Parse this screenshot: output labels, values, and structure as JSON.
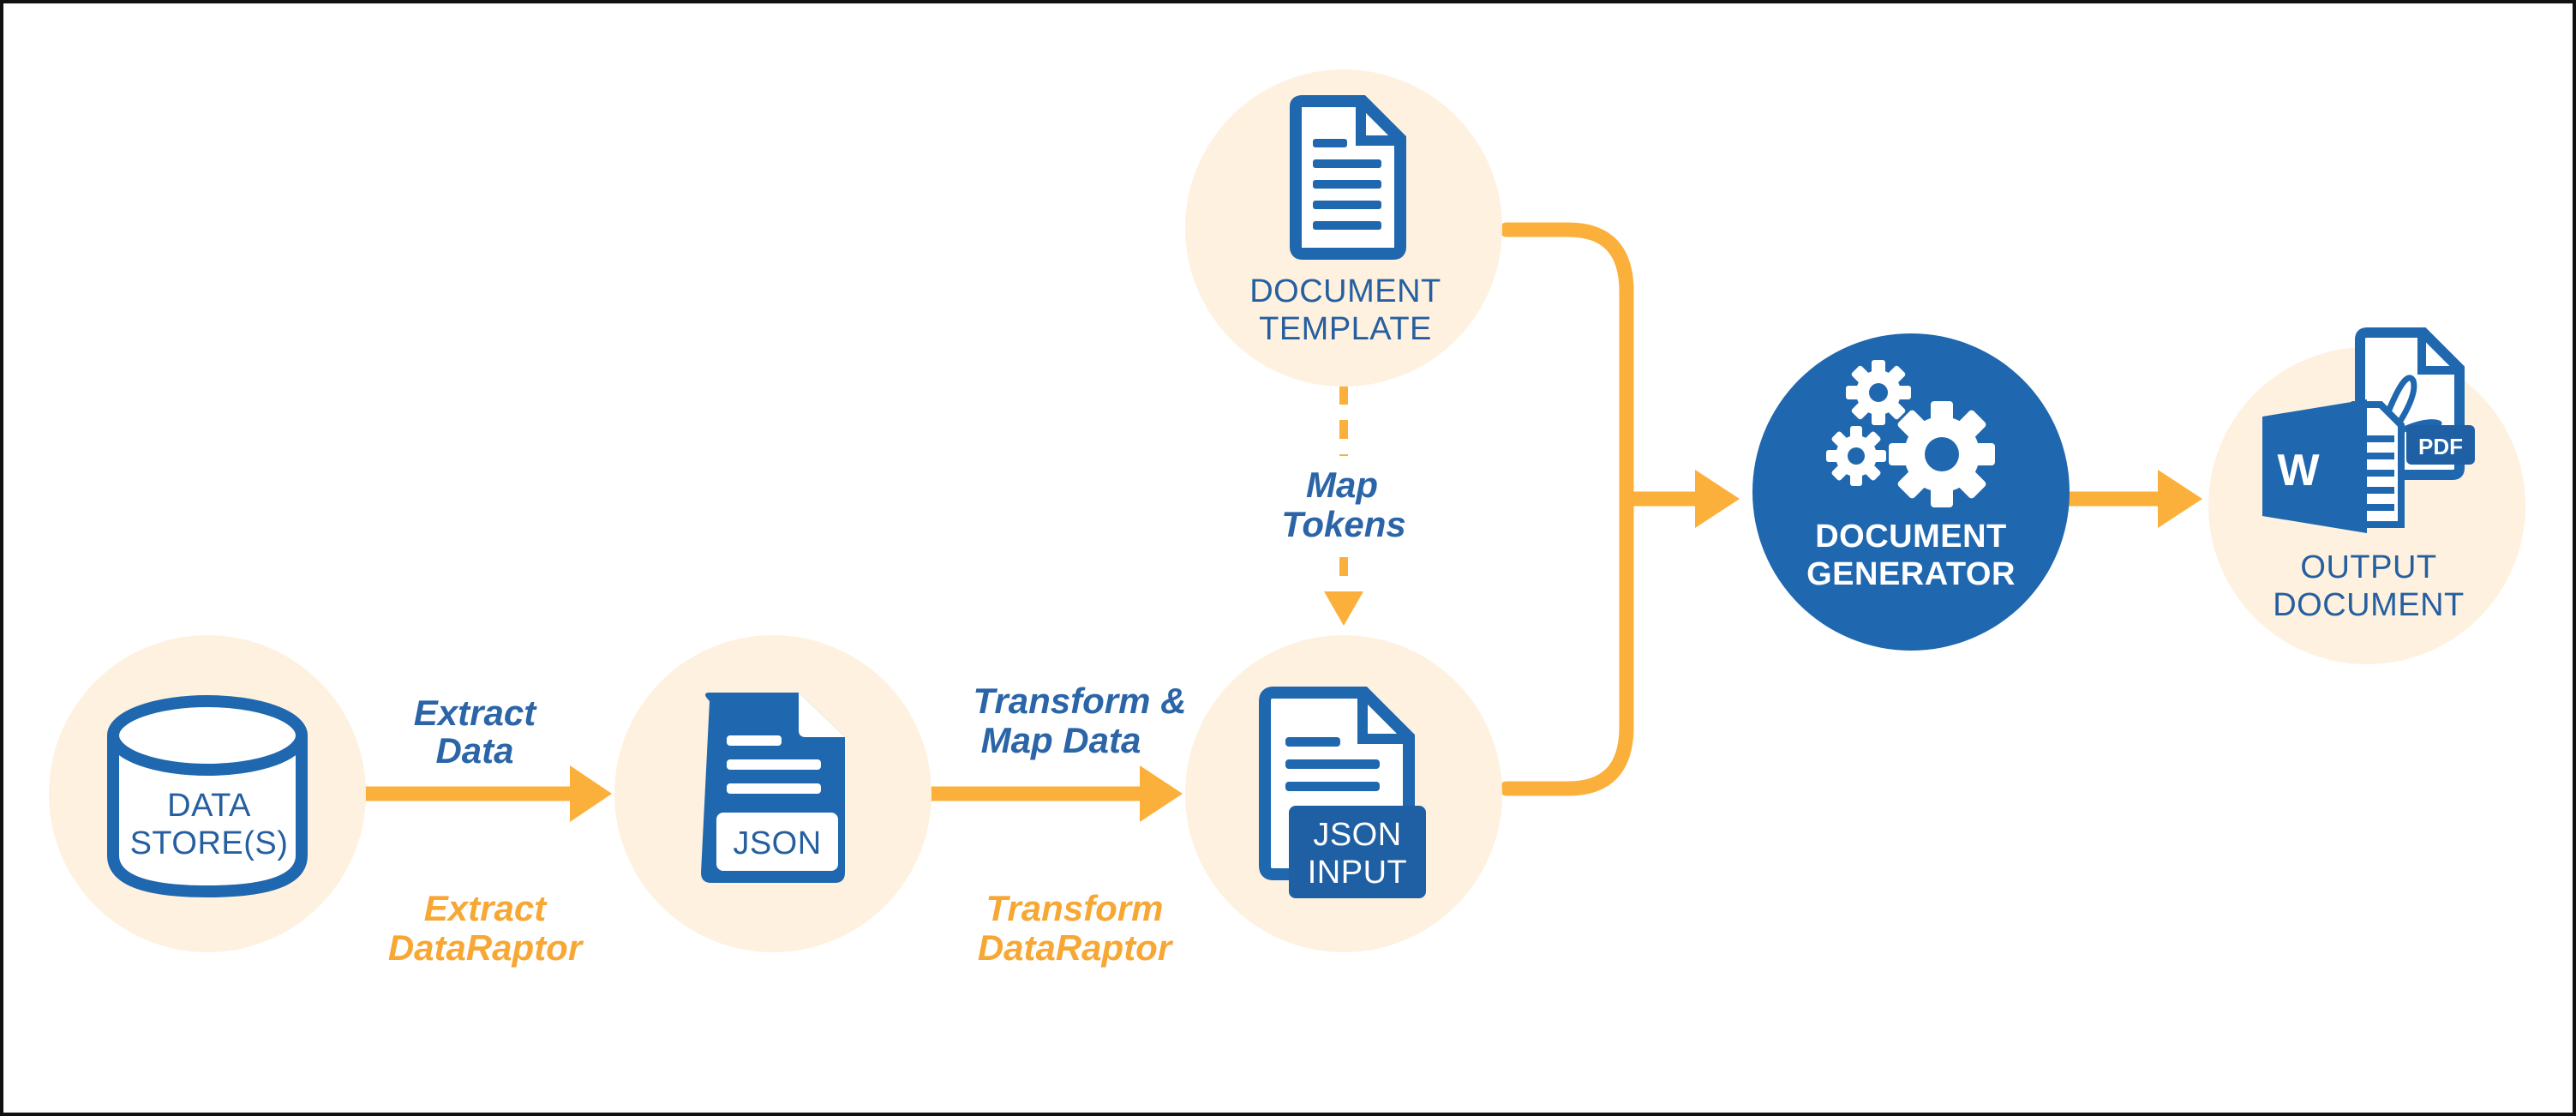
{
  "colors": {
    "circle_fill": "#fef1df",
    "blue": "#1f67ae",
    "dark_blue": "#1f5fa4",
    "orange": "#fbb03b",
    "text_blue": "#255fa0"
  },
  "nodes": {
    "data_store": {
      "icon": "database-cylinder-icon",
      "line1": "DATA",
      "line2": "STORE(S)"
    },
    "json": {
      "icon": "json-file-icon",
      "badge": "JSON"
    },
    "json_input": {
      "icon": "json-input-file-icon",
      "badge_line1": "JSON",
      "badge_line2": "INPUT"
    },
    "document_template": {
      "icon": "document-icon",
      "line1": "DOCUMENT",
      "line2": "TEMPLATE"
    },
    "document_generator": {
      "icon": "gears-icon",
      "line1": "DOCUMENT",
      "line2": "GENERATOR"
    },
    "output_document": {
      "icons": [
        "word-file-icon",
        "pdf-file-icon"
      ],
      "word_letter": "W",
      "pdf_badge": "PDF",
      "line1": "OUTPUT",
      "line2": "DOCUMENT"
    }
  },
  "steps": {
    "extract": {
      "blue_line1": "Extract",
      "blue_line2": "Data",
      "orange_line1": "Extract",
      "orange_line2": "DataRaptor"
    },
    "transform": {
      "blue_line1": "Transform &",
      "blue_line2": "Map Data",
      "orange_line1": "Transform",
      "orange_line2": "DataRaptor"
    },
    "map_tokens": {
      "line1": "Map",
      "line2": "Tokens"
    }
  }
}
